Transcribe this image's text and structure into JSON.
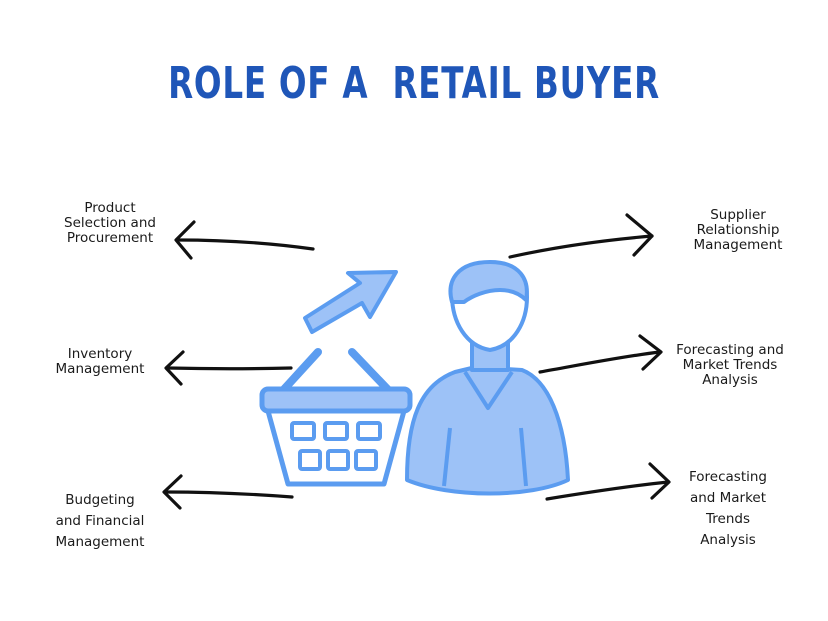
{
  "title": "ROLE OF A  RETAIL BUYER",
  "colors": {
    "title": "#1f56b8",
    "icon_fill": "#9dc2f7",
    "icon_stroke": "#5b9cf0",
    "arrow": "#111111"
  },
  "icons": [
    "shopping-basket-icon",
    "up-right-arrow-icon",
    "person-icon"
  ],
  "roles": {
    "product_selection": "Product\nSelection and\nProcurement",
    "inventory": "Inventory\nManagement",
    "budgeting": "Budgeting\nand Financial\nManagement",
    "supplier": "Supplier\nRelationship\nManagement",
    "forecasting_1": "Forecasting and\nMarket Trends\nAnalysis",
    "forecasting_2": "Forecasting\nand Market\nTrends\nAnalysis"
  }
}
